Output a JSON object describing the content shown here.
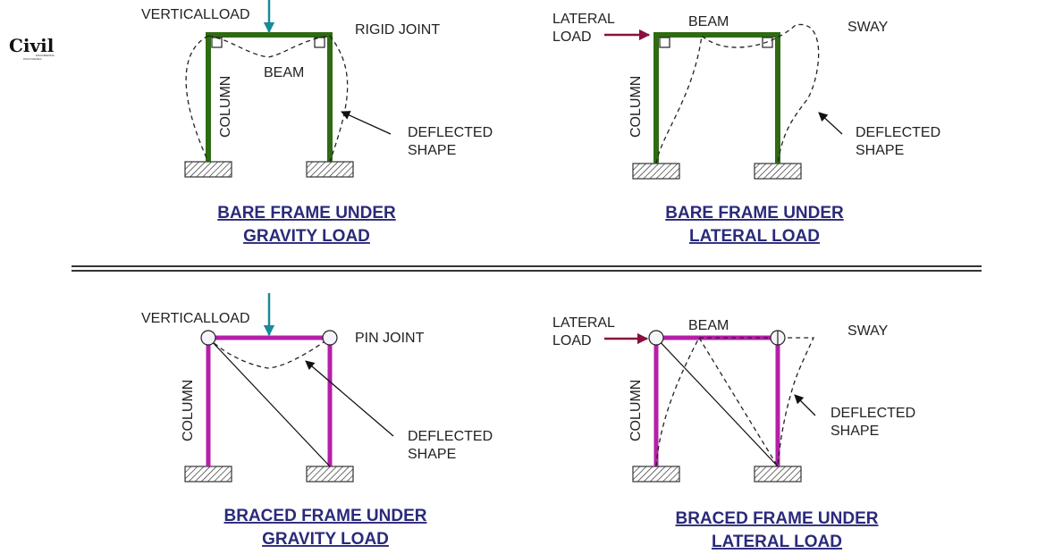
{
  "logo": {
    "text": "Civil",
    "sub1": "ENGINEERING",
    "sub2": "DISCOVERIES"
  },
  "colors": {
    "rigid_member": "#2e6b12",
    "braced_member": "#b51fa8",
    "vertical_load_arrow": "#1a8a99",
    "lateral_load_arrow": "#8a1040",
    "title": "#2a2a7a"
  },
  "panels": {
    "bare_gravity": {
      "load_label": "VERTICALLOAD",
      "joint_label": "RIGID JOINT",
      "beam_label": "BEAM",
      "column_label": "COLUMN",
      "deflected_line1": "DEFLECTED",
      "deflected_line2": "SHAPE",
      "title_line1": "BARE FRAME UNDER",
      "title_line2": "GRAVITY LOAD"
    },
    "bare_lateral": {
      "load_line1": "LATERAL",
      "load_line2": "LOAD",
      "beam_label": "BEAM",
      "sway_label": "SWAY",
      "column_label": "COLUMN",
      "deflected_line1": "DEFLECTED",
      "deflected_line2": "SHAPE",
      "title_line1": "BARE FRAME UNDER",
      "title_line2": "LATERAL LOAD"
    },
    "braced_gravity": {
      "load_label": "VERTICALLOAD",
      "joint_label": "PIN JOINT",
      "column_label": "COLUMN",
      "deflected_line1": "DEFLECTED",
      "deflected_line2": "SHAPE",
      "title_line1": "BRACED FRAME UNDER",
      "title_line2": "GRAVITY LOAD"
    },
    "braced_lateral": {
      "load_line1": "LATERAL",
      "load_line2": "LOAD",
      "beam_label": "BEAM",
      "sway_label": "SWAY",
      "column_label": "COLUMN",
      "deflected_line1": "DEFLECTED",
      "deflected_line2": "SHAPE",
      "title_line1": "BRACED FRAME UNDER",
      "title_line2": "LATERAL LOAD"
    }
  }
}
